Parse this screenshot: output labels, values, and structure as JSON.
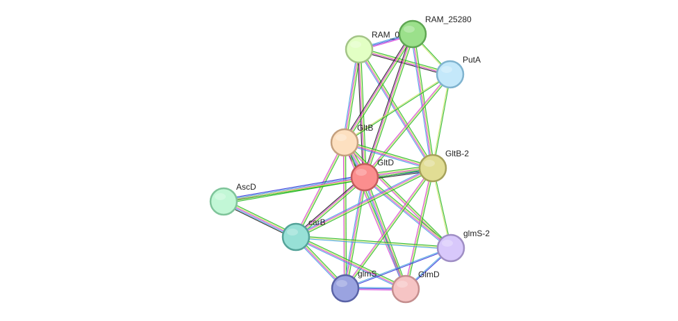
{
  "network": {
    "edge_colors": [
      "#1fb51f",
      "#c8e060",
      "#d633d6",
      "#3fa0e0",
      "#2b2bd6",
      "#1a1a1a"
    ],
    "nodes": [
      {
        "id": "ram0",
        "label": "RAM_0",
        "fill": "#e2ffc4",
        "stroke": "#a3c487"
      },
      {
        "id": "ram25280",
        "label": "RAM_25280",
        "fill": "#9be08b",
        "stroke": "#5fa653"
      },
      {
        "id": "puta",
        "label": "PutA",
        "fill": "#c4e8fa",
        "stroke": "#7fb3cf"
      },
      {
        "id": "gltb",
        "label": "GltB",
        "fill": "#fde0c0",
        "stroke": "#c4a07e"
      },
      {
        "id": "gltd",
        "label": "GltD",
        "fill": "#fb8e8e",
        "stroke": "#c45c5c"
      },
      {
        "id": "gltb2",
        "label": "GltB-2",
        "fill": "#e1dd94",
        "stroke": "#a6a25a"
      },
      {
        "id": "ascd",
        "label": "AscD",
        "fill": "#c2f7d6",
        "stroke": "#7fc49a"
      },
      {
        "id": "carb",
        "label": "carB",
        "fill": "#97e0d6",
        "stroke": "#54a399"
      },
      {
        "id": "glms2",
        "label": "glmS-2",
        "fill": "#d8c8fb",
        "stroke": "#9f8ec4"
      },
      {
        "id": "glms",
        "label": "glmS",
        "fill": "#9aa3e0",
        "stroke": "#5a63a6"
      },
      {
        "id": "glmd",
        "label": "GlmD",
        "fill": "#f6c4c4",
        "stroke": "#c48e8e"
      }
    ],
    "edges": [
      {
        "a": "ram0",
        "b": "ram25280",
        "types": [
          3,
          4,
          2
        ]
      },
      {
        "a": "ram0",
        "b": "puta",
        "types": [
          0,
          1,
          2,
          5
        ]
      },
      {
        "a": "ram0",
        "b": "gltb",
        "types": [
          0,
          1,
          2,
          3
        ]
      },
      {
        "a": "ram0",
        "b": "gltd",
        "types": [
          0,
          1,
          2,
          5
        ]
      },
      {
        "a": "ram0",
        "b": "gltb2",
        "types": [
          0,
          1,
          2,
          3
        ]
      },
      {
        "a": "ram25280",
        "b": "puta",
        "types": [
          0,
          1
        ]
      },
      {
        "a": "ram25280",
        "b": "gltb",
        "types": [
          0,
          1,
          2,
          5
        ]
      },
      {
        "a": "ram25280",
        "b": "gltd",
        "types": [
          0,
          1,
          2,
          5
        ]
      },
      {
        "a": "ram25280",
        "b": "gltb2",
        "types": [
          0,
          1,
          2,
          3
        ]
      },
      {
        "a": "puta",
        "b": "gltb",
        "types": [
          0,
          1
        ]
      },
      {
        "a": "puta",
        "b": "gltd",
        "types": [
          0,
          1,
          2
        ]
      },
      {
        "a": "puta",
        "b": "gltb2",
        "types": [
          0,
          1
        ]
      },
      {
        "a": "gltb",
        "b": "gltd",
        "types": [
          0,
          1,
          2,
          3,
          4,
          5
        ]
      },
      {
        "a": "gltb",
        "b": "gltb2",
        "types": [
          0,
          1,
          2,
          3
        ]
      },
      {
        "a": "gltb",
        "b": "carb",
        "types": [
          0,
          1,
          2
        ]
      },
      {
        "a": "gltb",
        "b": "glms",
        "types": [
          0,
          1,
          2
        ]
      },
      {
        "a": "gltb",
        "b": "glmd",
        "types": [
          0,
          1,
          2
        ]
      },
      {
        "a": "gltb",
        "b": "glms2",
        "types": [
          0,
          1,
          2
        ]
      },
      {
        "a": "gltd",
        "b": "gltb2",
        "types": [
          0,
          1,
          2,
          3,
          4,
          5
        ]
      },
      {
        "a": "gltd",
        "b": "ascd",
        "types": [
          0,
          1,
          2,
          3,
          4
        ]
      },
      {
        "a": "gltd",
        "b": "carb",
        "types": [
          0,
          1,
          2,
          5
        ]
      },
      {
        "a": "gltd",
        "b": "glms",
        "types": [
          0,
          1,
          2,
          3
        ]
      },
      {
        "a": "gltd",
        "b": "glmd",
        "types": [
          0,
          1,
          2,
          3
        ]
      },
      {
        "a": "gltd",
        "b": "glms2",
        "types": [
          0,
          1,
          2,
          3
        ]
      },
      {
        "a": "gltb2",
        "b": "ascd",
        "types": [
          0,
          1
        ]
      },
      {
        "a": "gltb2",
        "b": "carb",
        "types": [
          0,
          1,
          2,
          3
        ]
      },
      {
        "a": "gltb2",
        "b": "glms",
        "types": [
          0,
          1,
          2
        ]
      },
      {
        "a": "gltb2",
        "b": "glmd",
        "types": [
          0,
          1,
          2
        ]
      },
      {
        "a": "gltb2",
        "b": "glms2",
        "types": [
          0,
          1
        ]
      },
      {
        "a": "ascd",
        "b": "carb",
        "types": [
          0,
          1,
          2,
          3,
          5
        ]
      },
      {
        "a": "carb",
        "b": "glms",
        "types": [
          0,
          1,
          2,
          3
        ]
      },
      {
        "a": "carb",
        "b": "glmd",
        "types": [
          0,
          1,
          2,
          3
        ]
      },
      {
        "a": "carb",
        "b": "glms2",
        "types": [
          0,
          1,
          3
        ]
      },
      {
        "a": "glms",
        "b": "glmd",
        "types": [
          3,
          4,
          2
        ]
      },
      {
        "a": "glms",
        "b": "glms2",
        "types": [
          3,
          4
        ]
      },
      {
        "a": "glmd",
        "b": "glms2",
        "types": [
          3,
          4
        ]
      }
    ]
  }
}
